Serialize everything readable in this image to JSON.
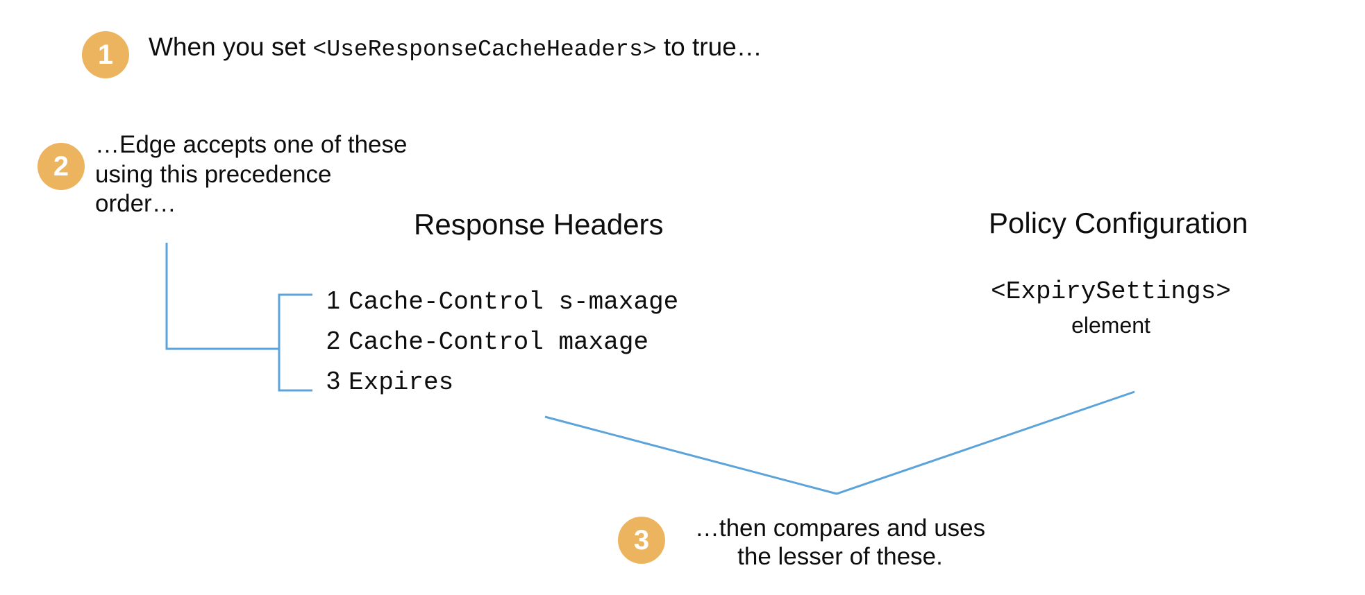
{
  "diagram": {
    "title": "Edge response-cache header precedence",
    "background_color": "#ffffff",
    "badge_color": "#edb45f",
    "connector_color": "#5ba3d9",
    "text_color": "#0d0d0d"
  },
  "steps": [
    {
      "number": "1",
      "text_prefix": "When you set ",
      "text_mono": "<UseResponseCacheHeaders>",
      "text_suffix": " to true…"
    },
    {
      "number": "2",
      "line1": "…Edge accepts one of these",
      "line2": "using this precedence",
      "line3": "order…"
    },
    {
      "number": "3",
      "line1": "…then compares and uses",
      "line2": "the lesser of these."
    }
  ],
  "columns": {
    "response_headers": {
      "title": "Response Headers",
      "items": [
        {
          "rank": "1",
          "label": "Cache-Control s-maxage"
        },
        {
          "rank": "2",
          "label": "Cache-Control maxage"
        },
        {
          "rank": "3",
          "label": "Expires"
        }
      ]
    },
    "policy_configuration": {
      "title": "Policy Configuration",
      "element_name": "<ExpirySettings>",
      "element_word": "element"
    }
  }
}
